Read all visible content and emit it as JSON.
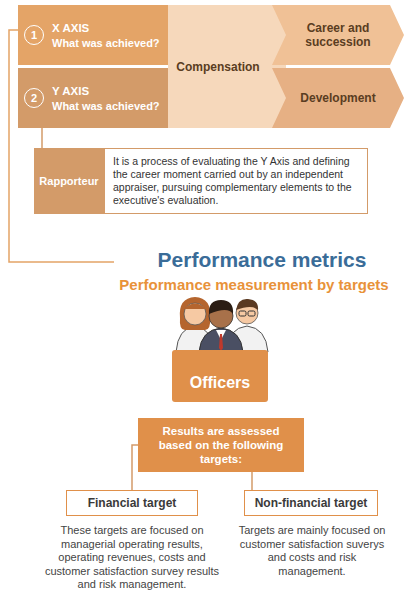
{
  "diagram": {
    "title": "Performance metrics",
    "nodes": [
      {
        "text": [
          "X AXIS",
          "What was achieved?"
        ]
      },
      {
        "text": [
          "1"
        ],
        "in": 0
      },
      {
        "text": [
          "Y AXIS",
          "What was achieved?"
        ]
      },
      {
        "text": [
          "2"
        ],
        "in": 2
      },
      {
        "text": [
          "Compensation"
        ]
      },
      {
        "text": [
          "Career and succession"
        ]
      },
      {
        "text": [
          "Development"
        ]
      },
      {
        "text": [
          "Rapporteur"
        ]
      },
      {
        "text": [
          "It is a process of evaluating the Y Axis and defining the career moment carried out by an independent appraiser, pursuing complementary elements to the executive's evaluation."
        ]
      },
      {
        "text": [
          "Officers"
        ]
      },
      {
        "text": [
          "Results are assessed based on the following targets:"
        ]
      },
      {
        "text": [
          "Financial target"
        ]
      },
      {
        "text": [
          "Non-financial target"
        ]
      }
    ],
    "edges": [
      {
        "from": 2,
        "to": 7,
        "arrow": "none"
      },
      {
        "from": 10,
        "to": 11,
        "arrow": "none"
      },
      {
        "from": 10,
        "to": 12,
        "arrow": "none"
      }
    ],
    "labels": [
      "Performance measurement by targets",
      "These targets are focused on managerial operating results, operating revenues, costs and customer satisfaction survey results and risk management.",
      "Targets are mainly focused on customer satisfaction suverys and costs and risk management."
    ]
  }
}
